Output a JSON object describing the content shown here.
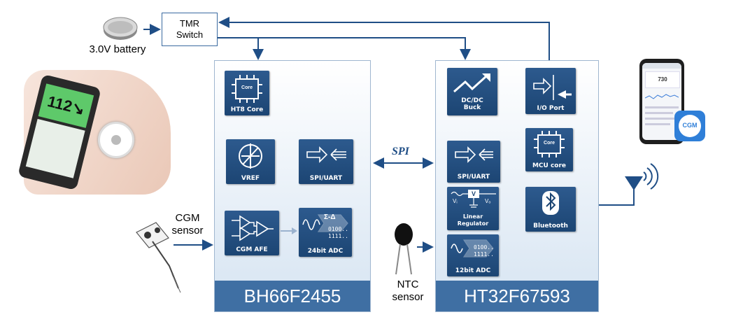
{
  "battery": {
    "label": "3.0V battery"
  },
  "switch": {
    "label_line1": "TMR",
    "label_line2": "Switch"
  },
  "cgm_sensor": {
    "line1": "CGM",
    "line2": "sensor"
  },
  "ntc_sensor": {
    "line1": "NTC",
    "line2": "sensor"
  },
  "phone_photo": {
    "reading": "112",
    "arrow": "↘"
  },
  "spi_label": "SPI",
  "chip_left": {
    "name": "BH66F2455",
    "blocks": {
      "core": {
        "label": "HT8 Core",
        "chip_text": "Core"
      },
      "vref": {
        "label": "VREF"
      },
      "spi_uart": {
        "label": "SPI/UART"
      },
      "cgm_afe": {
        "label": "CGM AFE"
      },
      "adc": {
        "label": "24bit ADC",
        "sym": "Σ-Δ",
        "bits1": "0100..",
        "bits2": "1111.."
      }
    }
  },
  "chip_right": {
    "name": "HT32F67593",
    "blocks": {
      "dcdc": {
        "label1": "DC/DC",
        "label2": "Buck"
      },
      "io": {
        "label": "I/O Port"
      },
      "spi_uart": {
        "label": "SPI/UART"
      },
      "mcu": {
        "label": "MCU core",
        "chip_text": "Core"
      },
      "ldo": {
        "label1": "Linear",
        "label2": "Regulator",
        "v": "V",
        "vi": "Vᵢ",
        "vo": "Vₒ"
      },
      "bt": {
        "label": "Bluetooth"
      },
      "adc": {
        "label": "12bit ADC",
        "bits1": "0100..",
        "bits2": "1111.."
      }
    }
  },
  "app_phone": {
    "value": "730",
    "app_icon_label": "CGM"
  },
  "colors": {
    "accent": "#1f4e86",
    "block": "#234f80",
    "footer": "#3f6fa3"
  }
}
